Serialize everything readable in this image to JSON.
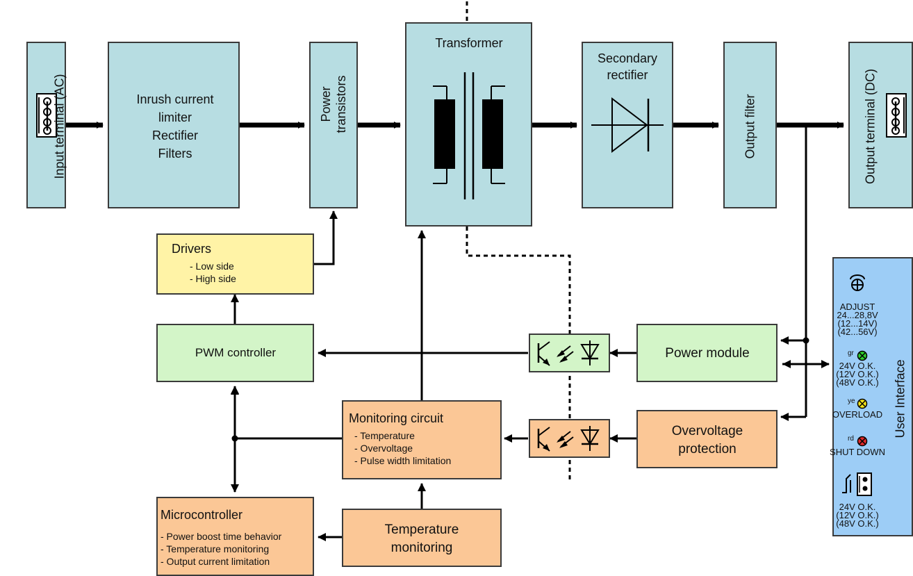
{
  "blocks": {
    "input_terminal": "Input terminal (AC)",
    "inrush": [
      "Inrush current",
      "limiter",
      "Rectifier",
      "Filters"
    ],
    "power_transistors": [
      "Power",
      "transistors"
    ],
    "transformer": "Transformer",
    "secondary_rectifier": [
      "Secondary",
      "rectifier"
    ],
    "output_filter": "Output filter",
    "output_terminal": "Output terminal (DC)",
    "drivers": {
      "title": "Drivers",
      "items": [
        "- Low side",
        "- High side"
      ]
    },
    "pwm_controller": "PWM controller",
    "power_module": "Power module",
    "monitoring_circuit": {
      "title": "Monitoring circuit",
      "items": [
        "- Temperature",
        "- Overvoltage",
        "- Pulse width limitation"
      ]
    },
    "overvoltage_protection": [
      "Overvoltage",
      "protection"
    ],
    "microcontroller": {
      "title": "Microcontroller",
      "items": [
        "- Power boost time behavior",
        "- Temperature monitoring",
        "- Output current limitation"
      ]
    },
    "temperature_monitoring": [
      "Temperature",
      "monitoring"
    ]
  },
  "user_interface": {
    "title": "User Interface",
    "adjust": [
      "ADJUST",
      "24...28,8V",
      "(12...14V)",
      "(42...56V)"
    ],
    "led_ok": {
      "tag": "gr",
      "lines": [
        "24V O.K.",
        "(12V O.K.)",
        "(48V O.K.)"
      ],
      "color": "#2ecc2e"
    },
    "led_overload": {
      "tag": "ye",
      "lines": [
        "OVERLOAD"
      ],
      "color": "#f2e21a"
    },
    "led_shutdown": {
      "tag": "rd",
      "lines": [
        "SHUT DOWN"
      ],
      "color": "#e02a2a"
    },
    "relay": [
      "24V O.K.",
      "(12V O.K.)",
      "(48V O.K.)"
    ]
  }
}
